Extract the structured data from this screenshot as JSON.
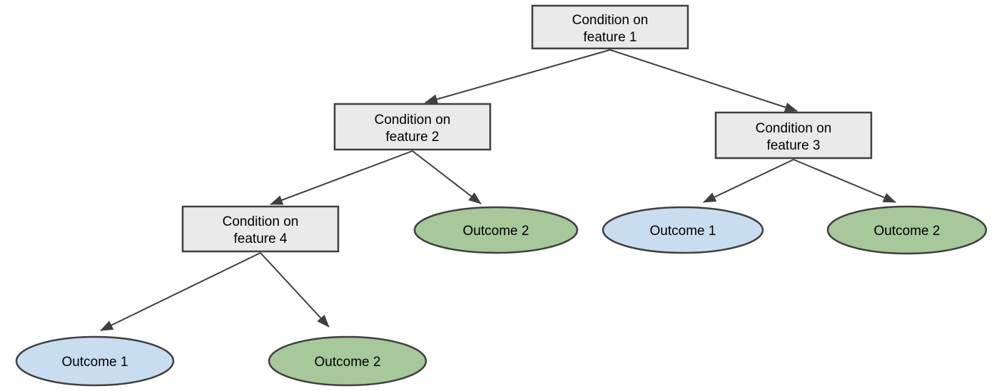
{
  "diagram": {
    "name": "decision-tree-diagram",
    "colors": {
      "background": "#ffffff",
      "condition_fill": "#eaeaea",
      "outcome1_fill": "#c9ddf0",
      "outcome2_fill": "#a6c89b",
      "shape_stroke": "#3f3f3f",
      "edge_color": "#3f3f3f",
      "text_color": "#000000"
    },
    "nodes": [
      {
        "id": "cond-feature-1",
        "kind": "condition",
        "lines": [
          "Condition on",
          "feature 1"
        ]
      },
      {
        "id": "cond-feature-2",
        "kind": "condition",
        "lines": [
          "Condition on",
          "feature 2"
        ]
      },
      {
        "id": "cond-feature-3",
        "kind": "condition",
        "lines": [
          "Condition on",
          "feature 3"
        ]
      },
      {
        "id": "cond-feature-4",
        "kind": "condition",
        "lines": [
          "Condition on",
          "feature 4"
        ]
      },
      {
        "id": "outcome-2-mid",
        "kind": "outcome-2",
        "label": "Outcome 2"
      },
      {
        "id": "outcome-1-right",
        "kind": "outcome-1",
        "label": "Outcome 1"
      },
      {
        "id": "outcome-2-right",
        "kind": "outcome-2",
        "label": "Outcome 2"
      },
      {
        "id": "outcome-1-bottom",
        "kind": "outcome-1",
        "label": "Outcome 1"
      },
      {
        "id": "outcome-2-bottom",
        "kind": "outcome-2",
        "label": "Outcome 2"
      }
    ],
    "edges": [
      {
        "from": "cond-feature-1",
        "to": "cond-feature-2"
      },
      {
        "from": "cond-feature-1",
        "to": "cond-feature-3"
      },
      {
        "from": "cond-feature-2",
        "to": "cond-feature-4"
      },
      {
        "from": "cond-feature-2",
        "to": "outcome-2-mid"
      },
      {
        "from": "cond-feature-3",
        "to": "outcome-1-right"
      },
      {
        "from": "cond-feature-3",
        "to": "outcome-2-right"
      },
      {
        "from": "cond-feature-4",
        "to": "outcome-1-bottom"
      },
      {
        "from": "cond-feature-4",
        "to": "outcome-2-bottom"
      }
    ]
  }
}
